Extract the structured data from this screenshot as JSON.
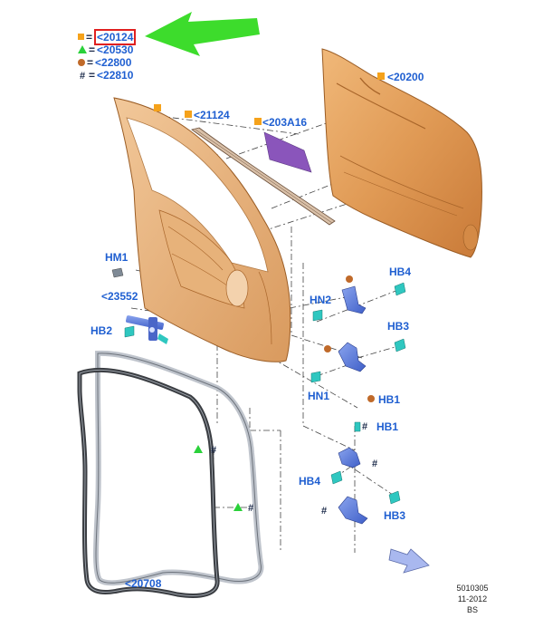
{
  "legend": [
    {
      "symbol": "square",
      "color": "#f5a21b",
      "ref": "<20124",
      "highlighted": true
    },
    {
      "symbol": "triangle",
      "color": "#2ad13a",
      "ref": "<20530"
    },
    {
      "symbol": "circle",
      "color": "#c06a2a",
      "ref": "<22800"
    },
    {
      "symbol": "#",
      "color": "#1b2a4a",
      "ref": "<22810"
    }
  ],
  "legend_eq": "=",
  "parts": {
    "outer_panel": "<20200",
    "channel": "<21124",
    "pad": "<203A16",
    "hm1": "HM1",
    "check_arm": "<23552",
    "hb2": "HB2",
    "hn2": "HN2",
    "hb4_top": "HB4",
    "hb3_top": "HB3",
    "hn1": "HN1",
    "hb1_top": "HB1",
    "hb1_mid": "HB1",
    "hb4_low": "HB4",
    "hb3_low": "HB3",
    "seal": "<20708"
  },
  "hash_mark": "#",
  "footer": {
    "ref": "5010305",
    "date": "11-2012",
    "code": "BS"
  },
  "colors": {
    "door_panel": "#e2a468",
    "label_blue": "#1f5fd1",
    "arrow_green": "#3ddc2c",
    "hinge_blue": "#5a78d6",
    "pad_purple": "#8a55bb"
  }
}
